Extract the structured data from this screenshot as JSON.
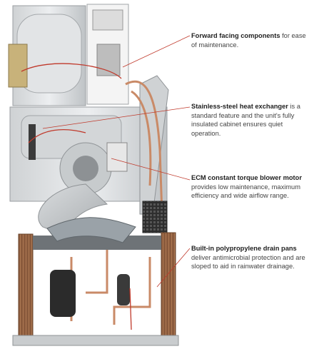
{
  "accent_color": "#c0392b",
  "callouts": [
    {
      "title": "Forward facing components",
      "body": " for ease of maintenance."
    },
    {
      "title": "Stainless-steel heat exchanger",
      "body": " is a standard feature and the unit's fully insulated cabinet ensures quiet operation."
    },
    {
      "title": "ECM constant torque blower motor",
      "body": " provides low maintenance, maximum efficiency and wide airflow range."
    },
    {
      "title": "Built-in polypropylene drain pans",
      "body": " deliver antimicrobial protection and are sloped to aid in rainwater drainage."
    }
  ]
}
